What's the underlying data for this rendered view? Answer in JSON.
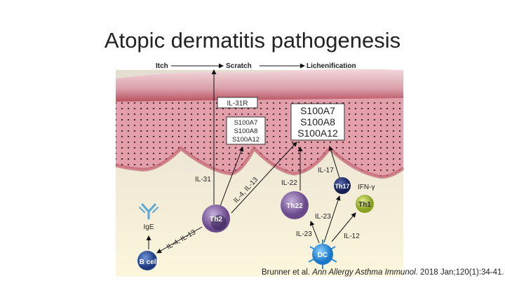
{
  "title": "Atopic dermatitis pathogenesis",
  "citation": {
    "authors": "Brunner et al. ",
    "journal": "Ann Allergy Asthma Immunol",
    "details": ". 2018 Jan;120(1):34-41."
  },
  "diagram": {
    "sequence": [
      "Itch",
      "Scratch",
      "Lichenification"
    ],
    "receptor": "IL-31R",
    "small_box": [
      "S100A7",
      "S100A8",
      "S100A12"
    ],
    "big_box": [
      "S100A7",
      "S100A8",
      "S100A12"
    ],
    "cells": {
      "th2": "Th2",
      "bcell": "B cell",
      "th22": "Th22",
      "th17": "Th17",
      "th1": "Th1",
      "dc": "DC"
    },
    "antibody": "IgE",
    "cytokines": {
      "il31": "IL-31",
      "il4_13_upper": "IL-4, IL-13",
      "il4_13_lower": "IL-4, IL-13",
      "il22": "IL-22",
      "il17": "IL-17",
      "ifng": "IFN-γ",
      "il23_a": "IL-23",
      "il23_b": "IL-23",
      "il12": "IL-12"
    },
    "colors": {
      "epidermis": "#d98a98",
      "corneum": "#e8b5bd",
      "dermis": "#f7efd0",
      "th2": "#7a5a9a",
      "bcell": "#2a4f9a",
      "th17": "#1f2f70",
      "th1": "#a8c030",
      "dc": "#2a8fd8",
      "antibody": "#5aa8d8"
    }
  }
}
